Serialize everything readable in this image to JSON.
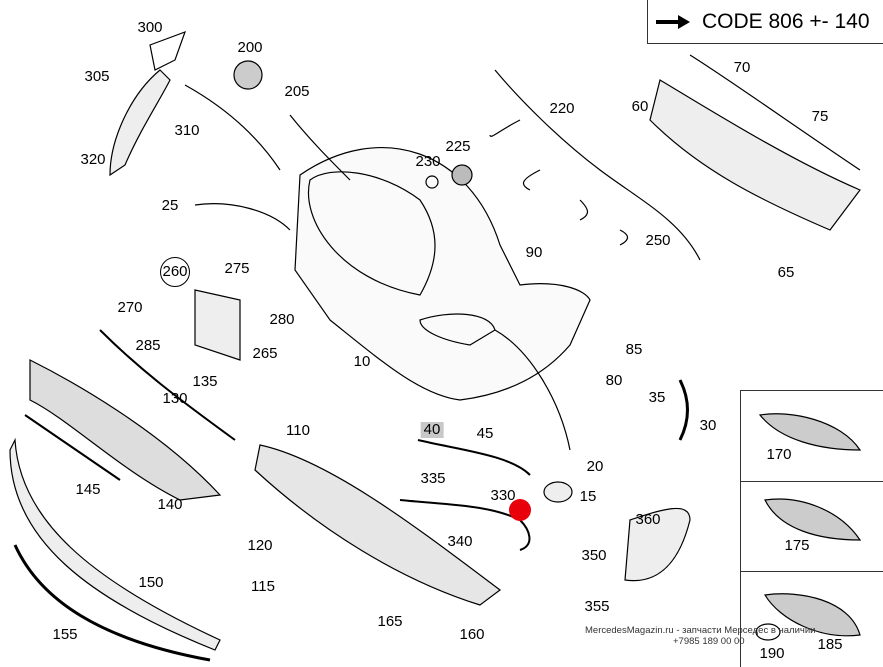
{
  "code_box": {
    "text": "CODE 806 +- 140",
    "icon": "arrow-right-icon"
  },
  "labels": {
    "p300": "300",
    "p305": "305",
    "p200": "200",
    "p205": "205",
    "p310": "310",
    "p320": "320",
    "p25": "25",
    "p260": "260",
    "p275": "275",
    "p270": "270",
    "p280": "280",
    "p285": "285",
    "p265": "265",
    "p10": "10",
    "p135": "135",
    "p130": "130",
    "p110": "110",
    "p145": "145",
    "p140": "140",
    "p150": "150",
    "p155": "155",
    "p120": "120",
    "p115": "115",
    "p165": "165",
    "p160": "160",
    "p340": "340",
    "p335": "335",
    "p330": "330",
    "p45": "45",
    "p40": "40",
    "p20": "20",
    "p15": "15",
    "p360": "360",
    "p350": "350",
    "p355": "355",
    "p35": "35",
    "p30": "30",
    "p80": "80",
    "p85": "85",
    "p90": "90",
    "p65": "65",
    "p250": "250",
    "p220": "220",
    "p225": "225",
    "p230": "230",
    "p60": "60",
    "p70": "70",
    "p75": "75",
    "p170": "170",
    "p175": "175",
    "p185": "185",
    "p190": "190"
  },
  "watermark": {
    "line1": "MercedesMagazin.ru - запчасти Мерседес в наличии",
    "line2": "+7985 189 00 00"
  },
  "highlight_color": "#e8000b"
}
